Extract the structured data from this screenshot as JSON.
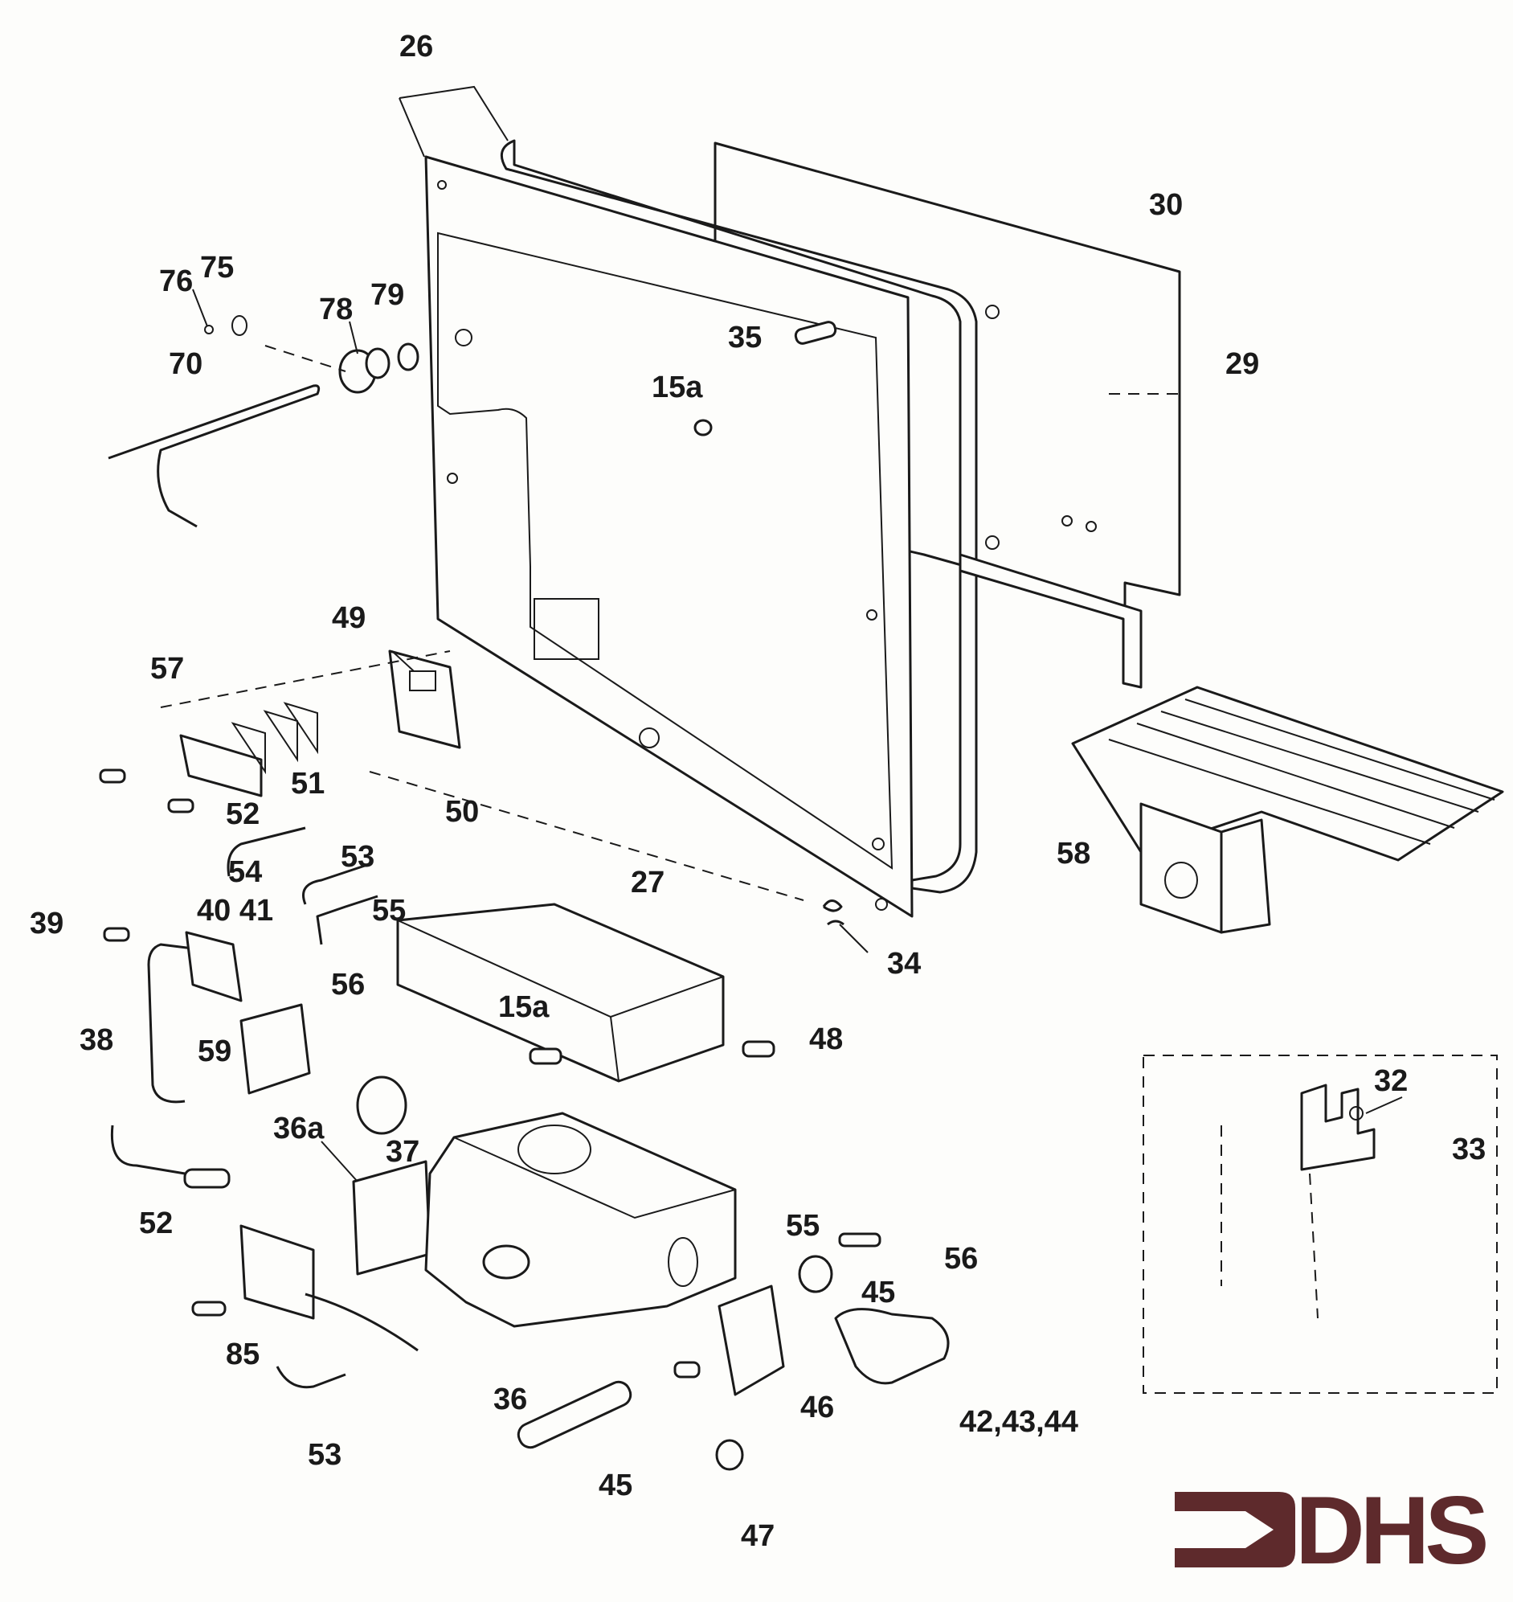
{
  "diagram": {
    "type": "exploded-parts-diagram",
    "part_labels": {
      "p26": "26",
      "p30": "30",
      "p29": "29",
      "p76": "76",
      "p75": "75",
      "p78": "78",
      "p79": "79",
      "p70": "70",
      "p35": "35",
      "p15a_top": "15a",
      "p49": "49",
      "p57": "57",
      "p51": "51",
      "p52_top": "52",
      "p50": "50",
      "p54": "54",
      "p53_top": "53",
      "p27": "27",
      "p58": "58",
      "p39": "39",
      "p40_41": "40 41",
      "p55_top": "55",
      "p34": "34",
      "p56_top": "56",
      "p15a_bottom": "15a",
      "p38": "38",
      "p59": "59",
      "p48": "48",
      "p32": "32",
      "p33": "33",
      "p36a": "36a",
      "p37": "37",
      "p52_bottom": "52",
      "p55_bottom": "55",
      "p56_bottom": "56",
      "p45_right": "45",
      "p85": "85",
      "p36": "36",
      "p46": "46",
      "p42_43_44": "42,43,44",
      "p53_bottom": "53",
      "p45_bottom": "45",
      "p47": "47"
    }
  },
  "logo": {
    "text": "DHS",
    "color": "#5e2a2c"
  }
}
